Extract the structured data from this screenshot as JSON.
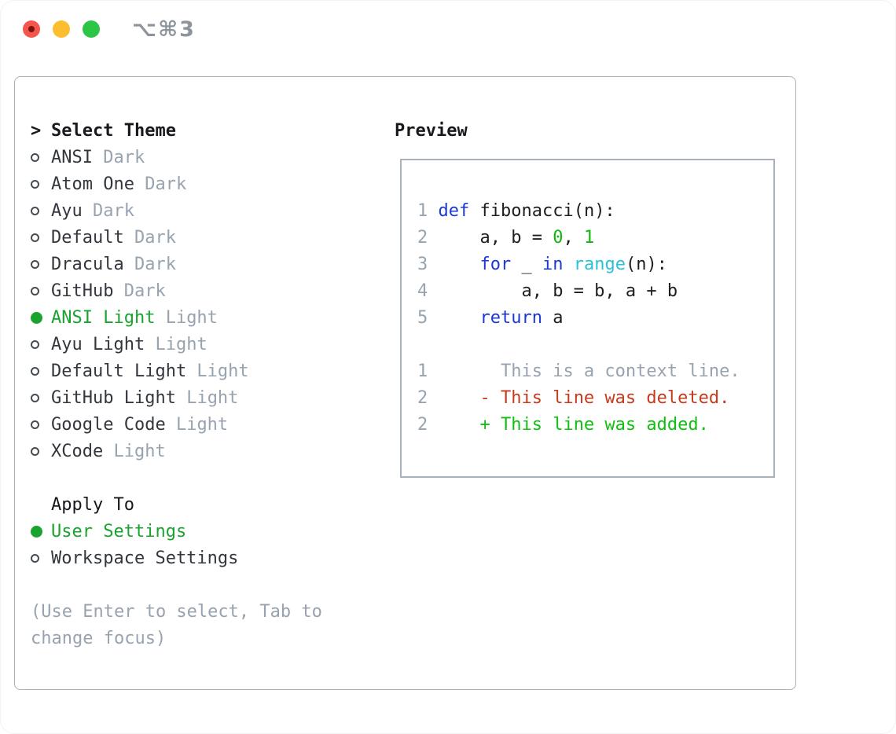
{
  "titlebar": {
    "title": "⌥⌘3",
    "buttons": [
      {
        "name": "close"
      },
      {
        "name": "minimize"
      },
      {
        "name": "zoom"
      }
    ]
  },
  "theme_list": {
    "prefix": ">",
    "header": "Select Theme",
    "items": [
      {
        "name": "ANSI",
        "variant": "Dark",
        "selected": false
      },
      {
        "name": "Atom One",
        "variant": "Dark",
        "selected": false
      },
      {
        "name": "Ayu",
        "variant": "Dark",
        "selected": false
      },
      {
        "name": "Default",
        "variant": "Dark",
        "selected": false
      },
      {
        "name": "Dracula",
        "variant": "Dark",
        "selected": false
      },
      {
        "name": "GitHub",
        "variant": "Dark",
        "selected": false
      },
      {
        "name": "ANSI Light",
        "variant": "Light",
        "selected": true
      },
      {
        "name": "Ayu Light",
        "variant": "Light",
        "selected": false
      },
      {
        "name": "Default Light",
        "variant": "Light",
        "selected": false
      },
      {
        "name": "GitHub Light",
        "variant": "Light",
        "selected": false
      },
      {
        "name": "Google Code",
        "variant": "Light",
        "selected": false
      },
      {
        "name": "XCode",
        "variant": "Light",
        "selected": false
      }
    ]
  },
  "apply_to": {
    "header": "Apply To",
    "options": [
      {
        "label": "User Settings",
        "selected": true
      },
      {
        "label": "Workspace Settings",
        "selected": false
      }
    ]
  },
  "hint_lines": [
    "(Use Enter to select, Tab to",
    "change focus)"
  ],
  "preview": {
    "header": "Preview",
    "code_lines": [
      {
        "num": "1",
        "segments": [
          {
            "t": "def",
            "c": "kw"
          },
          {
            "t": " fibonacci(n):",
            "c": "code"
          }
        ]
      },
      {
        "num": "2",
        "segments": [
          {
            "t": "    a, b = ",
            "c": "code"
          },
          {
            "t": "0",
            "c": "lit"
          },
          {
            "t": ", ",
            "c": "code"
          },
          {
            "t": "1",
            "c": "lit"
          }
        ]
      },
      {
        "num": "3",
        "segments": [
          {
            "t": "    ",
            "c": "code"
          },
          {
            "t": "for",
            "c": "kw"
          },
          {
            "t": " _ ",
            "c": "code"
          },
          {
            "t": "in",
            "c": "kw"
          },
          {
            "t": " ",
            "c": "code"
          },
          {
            "t": "range",
            "c": "fn"
          },
          {
            "t": "(n):",
            "c": "code"
          }
        ]
      },
      {
        "num": "4",
        "segments": [
          {
            "t": "        a, b = b, a + b",
            "c": "code"
          }
        ]
      },
      {
        "num": "5",
        "segments": [
          {
            "t": "    ",
            "c": "code"
          },
          {
            "t": "return",
            "c": "kw"
          },
          {
            "t": " a",
            "c": "code"
          }
        ]
      }
    ],
    "diff_lines": [
      {
        "num": "1",
        "segments": [
          {
            "t": "      This is a context line.",
            "c": "ctx"
          }
        ]
      },
      {
        "num": "2",
        "segments": [
          {
            "t": "    ",
            "c": "code"
          },
          {
            "t": "- This line was deleted.",
            "c": "del"
          }
        ]
      },
      {
        "num": "2",
        "segments": [
          {
            "t": "    ",
            "c": "code"
          },
          {
            "t": "+ This line was added.",
            "c": "add"
          }
        ]
      }
    ]
  },
  "colors": {
    "accent_green": "#18a42d",
    "added_green": "#10c010",
    "deleted_red": "#c63a1e",
    "keyword_blue": "#1a39d8",
    "builtin_cyan": "#29c2d6",
    "literal_green": "#0eb80e",
    "muted": "#98a3b0",
    "text_dark": "#33373d",
    "header_black": "#17191c",
    "code_black": "#1c1e22",
    "border_gray": "#a9b1ba",
    "titlebar_gray": "#8d949c",
    "traffic_red": "#f4554c",
    "traffic_red_dot": "#7c120e",
    "traffic_yellow": "#fcbd2f",
    "traffic_green": "#2dc546"
  }
}
